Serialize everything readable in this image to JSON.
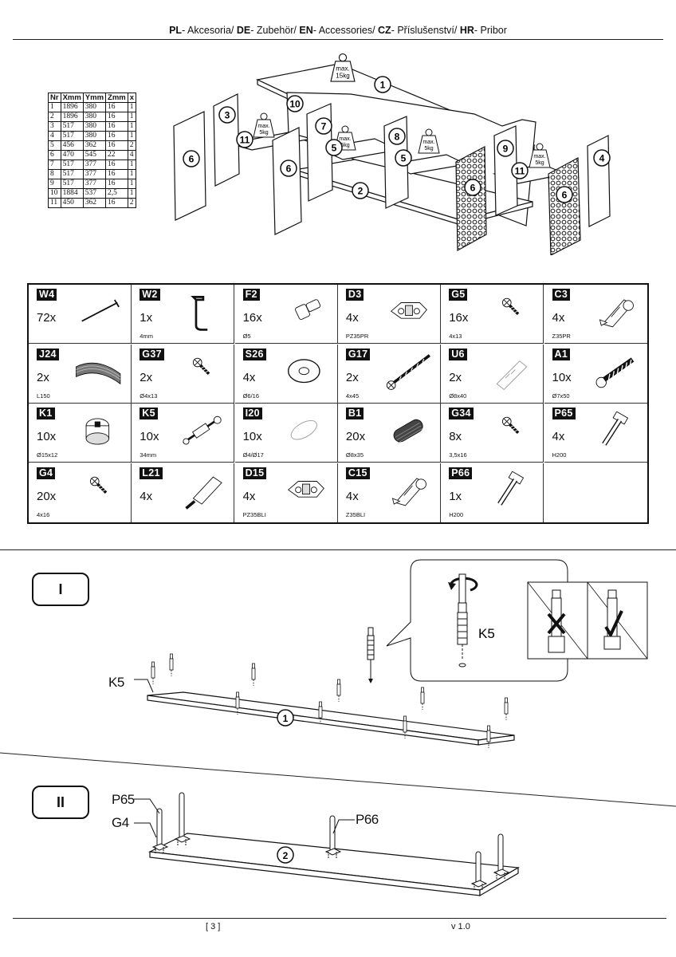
{
  "header": {
    "segments": [
      {
        "code": "PL",
        "label": "- Akcesoria/ "
      },
      {
        "code": "DE",
        "label": "- Zubehör/ "
      },
      {
        "code": "EN",
        "label": "- Accessories/ "
      },
      {
        "code": "CZ",
        "label": "- Příslušenství/ "
      },
      {
        "code": "HR",
        "label": "- Pribor"
      }
    ]
  },
  "parts_table": {
    "headers": [
      "Nr",
      "Xmm",
      "Ymm",
      "Zmm",
      "x"
    ],
    "rows": [
      [
        "1",
        "1896",
        "380",
        "16",
        "1"
      ],
      [
        "2",
        "1896",
        "380",
        "16",
        "1"
      ],
      [
        "3",
        "517",
        "380",
        "16",
        "1"
      ],
      [
        "4",
        "517",
        "380",
        "16",
        "1"
      ],
      [
        "5",
        "456",
        "362",
        "16",
        "2"
      ],
      [
        "6",
        "470",
        "545",
        "22",
        "4"
      ],
      [
        "7",
        "517",
        "377",
        "16",
        "1"
      ],
      [
        "8",
        "517",
        "377",
        "16",
        "1"
      ],
      [
        "9",
        "517",
        "377",
        "16",
        "1"
      ],
      [
        "10",
        "1884",
        "537",
        "2,5",
        "1"
      ],
      [
        "11",
        "450",
        "362",
        "16",
        "2"
      ]
    ]
  },
  "diagram": {
    "part_numbers": [
      "1",
      "2",
      "3",
      "4",
      "5",
      "5",
      "6",
      "6",
      "6",
      "6",
      "7",
      "8",
      "9",
      "10",
      "11",
      "11"
    ],
    "weights": [
      {
        "line1": "max.",
        "line2": "15kg"
      },
      {
        "line1": "max.",
        "line2": "5kg"
      },
      {
        "line1": "max.",
        "line2": "5kg"
      },
      {
        "line1": "max.",
        "line2": "5kg"
      },
      {
        "line1": "max.",
        "line2": "5kg"
      }
    ]
  },
  "accessories": [
    {
      "code": "W4",
      "qty": "72x",
      "spec": "",
      "icon": "nail-icon"
    },
    {
      "code": "W2",
      "qty": "1x",
      "spec": "4mm",
      "icon": "allen-key-icon"
    },
    {
      "code": "F2",
      "qty": "16x",
      "spec": "Ø5",
      "icon": "shelf-pin-icon"
    },
    {
      "code": "D3",
      "qty": "4x",
      "spec": "PZ35PR",
      "icon": "hinge-plate-icon"
    },
    {
      "code": "G5",
      "qty": "16x",
      "spec": "4x13",
      "icon": "screw-icon"
    },
    {
      "code": "C3",
      "qty": "4x",
      "spec": "Z35PR",
      "icon": "hinge-icon"
    },
    {
      "code": "J24",
      "qty": "2x",
      "spec": "L150",
      "icon": "edge-strip-icon"
    },
    {
      "code": "G37",
      "qty": "2x",
      "spec": "Ø4x13",
      "icon": "screw-icon"
    },
    {
      "code": "S26",
      "qty": "4x",
      "spec": "Ø6/16",
      "icon": "washer-icon"
    },
    {
      "code": "G17",
      "qty": "2x",
      "spec": "4x45",
      "icon": "long-screw-icon"
    },
    {
      "code": "U6",
      "qty": "2x",
      "spec": "Ø8x40",
      "icon": "wall-plug-icon"
    },
    {
      "code": "A1",
      "qty": "10x",
      "spec": "Ø7x50",
      "icon": "confirmat-screw-icon"
    },
    {
      "code": "K1",
      "qty": "10x",
      "spec": "Ø15x12",
      "icon": "cam-lock-icon"
    },
    {
      "code": "K5",
      "qty": "10x",
      "spec": "34mm",
      "icon": "cam-bolt-icon"
    },
    {
      "code": "I20",
      "qty": "10x",
      "spec": "Ø4/Ø17",
      "icon": "cap-icon"
    },
    {
      "code": "B1",
      "qty": "20x",
      "spec": "Ø8x35",
      "icon": "dowel-icon"
    },
    {
      "code": "G34",
      "qty": "8x",
      "spec": "3,5x16",
      "icon": "screw-icon"
    },
    {
      "code": "P65",
      "qty": "4x",
      "spec": "H200",
      "icon": "leg-icon"
    },
    {
      "code": "G4",
      "qty": "20x",
      "spec": "4x16",
      "icon": "screw-icon"
    },
    {
      "code": "L21",
      "qty": "4x",
      "spec": "",
      "icon": "push-latch-icon"
    },
    {
      "code": "D15",
      "qty": "4x",
      "spec": "PZ35BLI",
      "icon": "hinge-plate-icon"
    },
    {
      "code": "C15",
      "qty": "4x",
      "spec": "Z35BLI",
      "icon": "hinge-icon"
    },
    {
      "code": "P66",
      "qty": "1x",
      "spec": "H200",
      "icon": "leg-icon"
    }
  ],
  "step1": {
    "label": "I",
    "part_label": "K5",
    "inset_label": "K5",
    "panel_number": "1"
  },
  "step2": {
    "label": "II",
    "callout_p65": "P65",
    "callout_g4": "G4",
    "callout_p66": "P66",
    "panel_number": "2"
  },
  "footer": {
    "page": "[ 3 ]",
    "version": "v 1.0"
  }
}
